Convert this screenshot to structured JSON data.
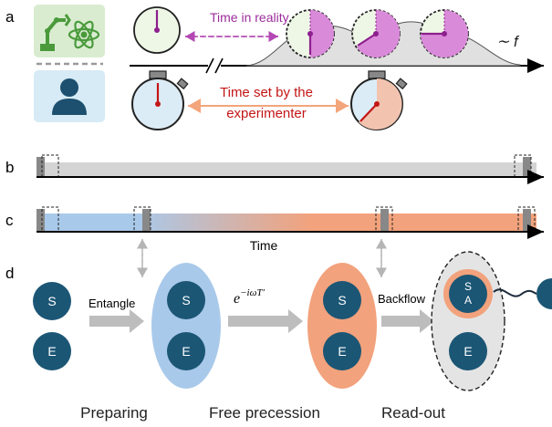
{
  "panels": {
    "a": {
      "letter": "a",
      "time_in_reality": "Time in reality",
      "time_set": [
        "Time set by the",
        "experimenter"
      ],
      "distribution_label": "∼ f"
    },
    "b": {
      "letter": "b"
    },
    "c": {
      "letter": "c",
      "axis_label": "Time"
    },
    "d": {
      "letter": "d",
      "entangle": "Entangle",
      "evolution": "e^{-iωT'}",
      "evolution_base": "e",
      "evolution_sup": "−iωT′",
      "backflow": "Backflow",
      "system_label": "S",
      "environment_label": "E",
      "ancilla_label": "A",
      "stages": [
        "Preparing",
        "Free precession",
        "Read-out"
      ]
    }
  },
  "colors": {
    "robot_bg": "#d9ecd0",
    "robot_fg": "#4a9a3c",
    "human_bg": "#d6ebf5",
    "human_fg": "#1d4f6e",
    "node": "#1b5675",
    "prep_blue": "#a9c9ea",
    "precess_orange": "#f2a27c",
    "readout_grey": "#e4e4e4",
    "magenta": "#b348b3",
    "red_arrow": "#d24a2c",
    "orange_arrow": "#f3a57b"
  }
}
